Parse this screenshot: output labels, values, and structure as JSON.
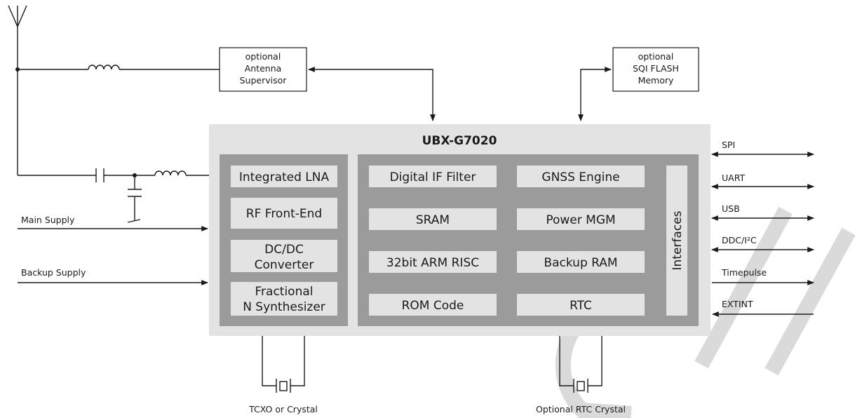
{
  "chip": {
    "title": "UBX-G7020"
  },
  "rf_block": [
    "Integrated LNA",
    "RF Front-End",
    "DC/DC Converter",
    "Fractional N Synthesizer"
  ],
  "core_left": [
    "Digital IF Filter",
    "SRAM",
    "32bit ARM RISC",
    "ROM Code"
  ],
  "core_right": [
    "GNSS Engine",
    "Power MGM",
    "Backup RAM",
    "RTC"
  ],
  "interfaces_label": "Interfaces",
  "external": {
    "antenna_supervisor": [
      "optional",
      "Antenna",
      "Supervisor"
    ],
    "sqi_flash": [
      "optional",
      "SQI FLASH",
      "Memory"
    ]
  },
  "supplies": {
    "main": "Main Supply",
    "backup": "Backup Supply"
  },
  "ports": {
    "spi": "SPI",
    "uart": "UART",
    "usb": "USB",
    "ddc": "DDC/I²C",
    "timepulse": "Timepulse",
    "extint": "EXTINT"
  },
  "crystals": {
    "tcxo": "TCXO or Crystal",
    "rtc": "Optional RTC Crystal"
  },
  "watermark": "Confidential",
  "colors": {
    "chip_bg": "#e3e3e3",
    "block_bg": "#9b9b9b",
    "module_bg": "#e3e3e3",
    "line": "#1a1a1a"
  }
}
